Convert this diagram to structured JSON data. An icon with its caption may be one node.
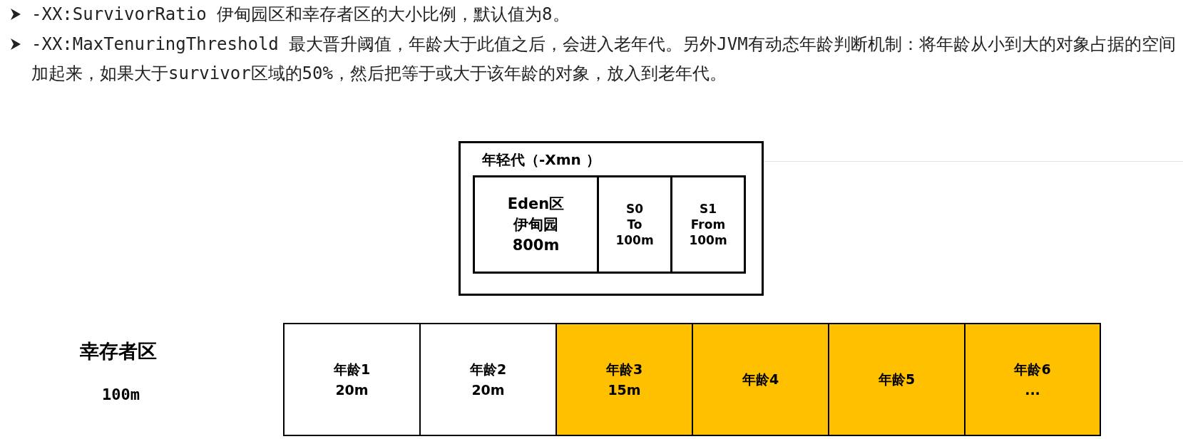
{
  "diagram": {
    "nodes": [
      {
        "text": [
          "年轻代（-Xmn ）"
        ]
      },
      {
        "text": [
          "Eden区",
          "伊甸园",
          "800m"
        ],
        "in": 0
      },
      {
        "text": [
          "S0",
          "To",
          "100m"
        ],
        "in": 0
      },
      {
        "text": [
          "S1",
          "From",
          "100m"
        ],
        "in": 0
      },
      {
        "text": [
          "年龄1",
          "20m"
        ]
      },
      {
        "text": [
          "年龄2",
          "20m"
        ]
      },
      {
        "text": [
          "年龄3",
          "15m"
        ]
      },
      {
        "text": [
          "年龄4"
        ]
      },
      {
        "text": [
          "年龄5"
        ]
      },
      {
        "text": [
          "年龄6",
          "..."
        ]
      }
    ],
    "edges": [],
    "labels": [
      "-XX:SurvivorRatio 伊甸园区和幸存者区的大小比例，默认值为8。",
      "-XX:MaxTenuringThreshold 最大晋升阈值，年龄大于此值之后，会进入老年代。另外JVM有动态年龄判断机制：将年龄从小到大的对象占据的空间加起来，如果大于survivor区域的50%，然后把等于或大于该年龄的对象，放入到老年代。",
      "幸存者区",
      "100m"
    ]
  }
}
